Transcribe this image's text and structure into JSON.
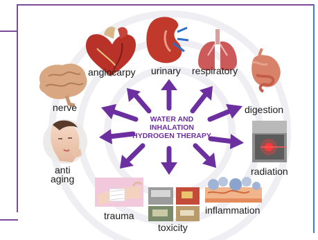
{
  "center": {
    "line1": "WATER AND",
    "line2": "INHALATION",
    "line3": "HYDROGEN THERAPY",
    "color": "#6b2fa0"
  },
  "labels": {
    "angiocarpy": "angiocarpy",
    "urinary": "urinary",
    "respiratory": "respiratory",
    "nerve": "nerve",
    "digestion": "digestion",
    "anti": "anti",
    "aging": "aging",
    "radiation": "radiation",
    "trauma": "trauma",
    "toxicity": "toxicity",
    "inflammation": "inflammation"
  },
  "icons": [
    "heart-icon",
    "kidney-icon",
    "lungs-icon",
    "brain-icon",
    "digestive-system-icon",
    "woman-face-icon",
    "radiation-laser-icon",
    "bandaged-arm-icon",
    "factory-pollution-icon",
    "inflammation-cells-icon"
  ],
  "colors": {
    "arrow": "#6b2fa0",
    "frame": "#7a4a98",
    "background": "#ffffff"
  }
}
